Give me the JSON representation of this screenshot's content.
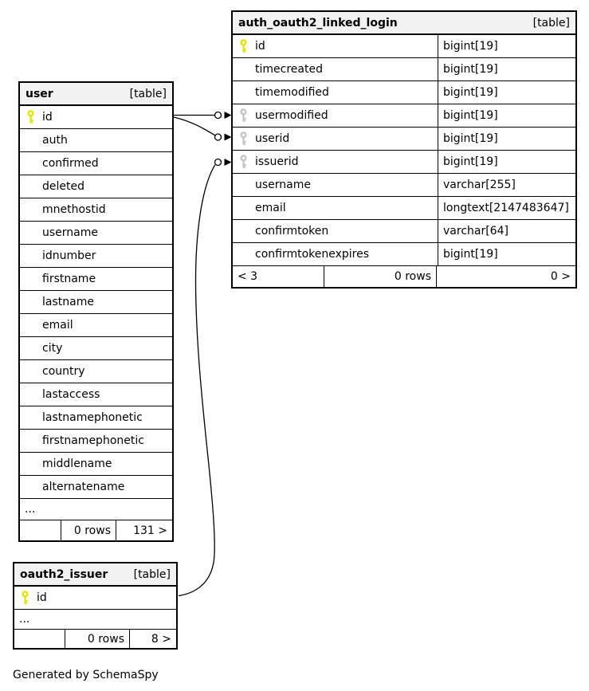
{
  "footer_note": "Generated by SchemaSpy",
  "colors": {
    "primary_key": "#e3e300",
    "foreign_key": "#c4c4c4",
    "header_bg": "#f2f2f2",
    "line": "#000000"
  },
  "tables": [
    {
      "name": "auth_oauth2_linked_login",
      "badge": "[table]",
      "show_types": true,
      "columns": [
        {
          "name": "id",
          "type": "bigint[19]",
          "key": "primary"
        },
        {
          "name": "timecreated",
          "type": "bigint[19]",
          "key": "none"
        },
        {
          "name": "timemodified",
          "type": "bigint[19]",
          "key": "none"
        },
        {
          "name": "usermodified",
          "type": "bigint[19]",
          "key": "foreign"
        },
        {
          "name": "userid",
          "type": "bigint[19]",
          "key": "foreign"
        },
        {
          "name": "issuerid",
          "type": "bigint[19]",
          "key": "foreign"
        },
        {
          "name": "username",
          "type": "varchar[255]",
          "key": "none"
        },
        {
          "name": "email",
          "type": "longtext[2147483647]",
          "key": "none"
        },
        {
          "name": "confirmtoken",
          "type": "varchar[64]",
          "key": "none"
        },
        {
          "name": "confirmtokenexpires",
          "type": "bigint[19]",
          "key": "none"
        }
      ],
      "footer": {
        "left": "< 3",
        "center": "0 rows",
        "right": "0 >"
      }
    },
    {
      "name": "user",
      "badge": "[table]",
      "show_types": false,
      "columns": [
        {
          "name": "id",
          "key": "primary"
        },
        {
          "name": "auth",
          "key": "none"
        },
        {
          "name": "confirmed",
          "key": "none"
        },
        {
          "name": "deleted",
          "key": "none"
        },
        {
          "name": "mnethostid",
          "key": "none"
        },
        {
          "name": "username",
          "key": "none"
        },
        {
          "name": "idnumber",
          "key": "none"
        },
        {
          "name": "firstname",
          "key": "none"
        },
        {
          "name": "lastname",
          "key": "none"
        },
        {
          "name": "email",
          "key": "none"
        },
        {
          "name": "city",
          "key": "none"
        },
        {
          "name": "country",
          "key": "none"
        },
        {
          "name": "lastaccess",
          "key": "none"
        },
        {
          "name": "lastnamephonetic",
          "key": "none"
        },
        {
          "name": "firstnamephonetic",
          "key": "none"
        },
        {
          "name": "middlename",
          "key": "none"
        },
        {
          "name": "alternatename",
          "key": "none"
        }
      ],
      "ellipsis": "...",
      "footer": {
        "left": "",
        "center": "0 rows",
        "right": "131 >"
      }
    },
    {
      "name": "oauth2_issuer",
      "badge": "[table]",
      "show_types": false,
      "columns": [
        {
          "name": "id",
          "key": "primary"
        }
      ],
      "ellipsis": "...",
      "footer": {
        "left": "",
        "center": "0 rows",
        "right": "8 >"
      }
    }
  ],
  "relationships": [
    {
      "from": "user.id",
      "to": "auth_oauth2_linked_login.usermodified"
    },
    {
      "from": "user.id",
      "to": "auth_oauth2_linked_login.userid"
    },
    {
      "from": "oauth2_issuer.id",
      "to": "auth_oauth2_linked_login.issuerid"
    }
  ]
}
